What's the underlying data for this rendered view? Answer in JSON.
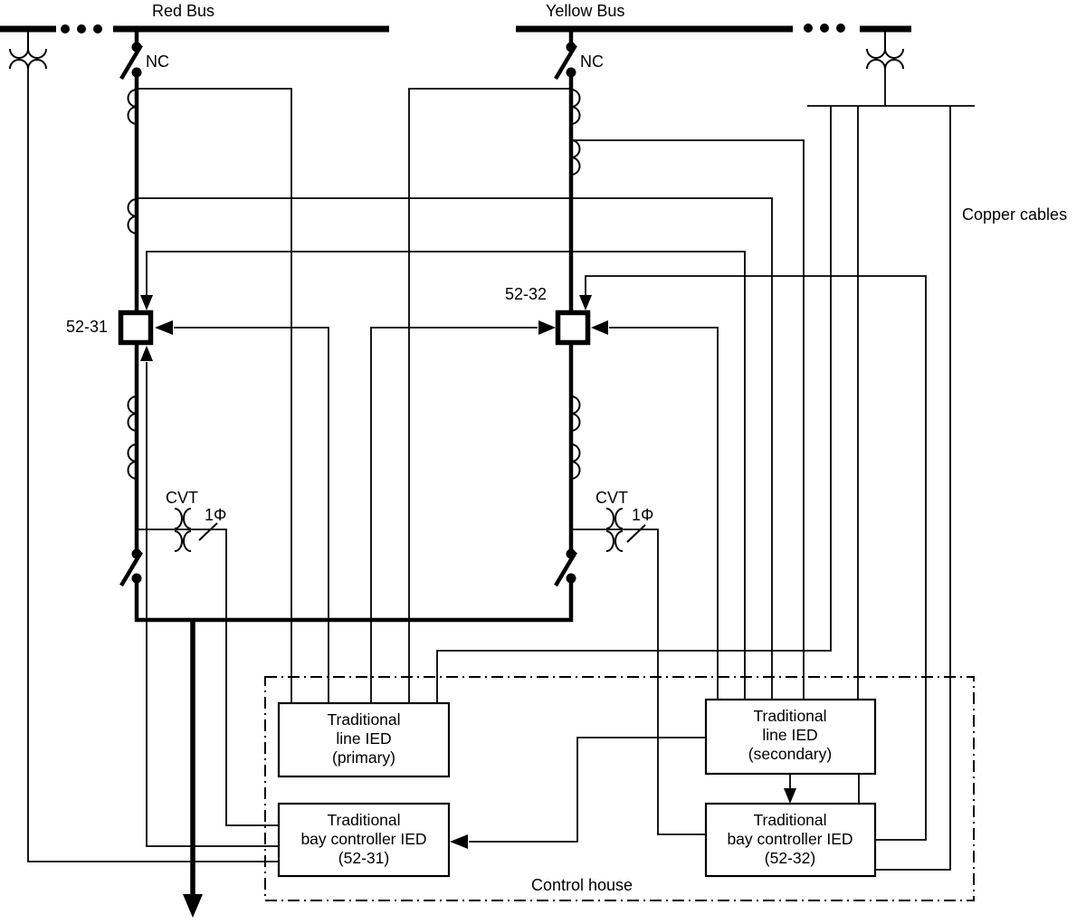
{
  "diagram": {
    "bus": {
      "red": "Red Bus",
      "yellow": "Yellow Bus"
    },
    "switch": {
      "red_nc": "NC",
      "yellow_nc": "NC"
    },
    "breaker": {
      "left": "52-31",
      "right": "52-32"
    },
    "cvt_left": {
      "label": "CVT",
      "phase": "1Φ"
    },
    "cvt_right": {
      "label": "CVT",
      "phase": "1Φ"
    },
    "copper_cables": "Copper cables",
    "control_house": "Control house",
    "ied": {
      "line_primary": {
        "l1": "Traditional",
        "l2": "line IED",
        "l3": "(primary)"
      },
      "line_secondary": {
        "l1": "Traditional",
        "l2": "line IED",
        "l3": "(secondary)"
      },
      "bay_31": {
        "l1": "Traditional",
        "l2": "bay controller IED",
        "l3": "(52-31)"
      },
      "bay_32": {
        "l1": "Traditional",
        "l2": "bay controller IED",
        "l3": "(52-32)"
      }
    },
    "colors": {
      "line": "#000000",
      "background": "#ffffff"
    }
  }
}
